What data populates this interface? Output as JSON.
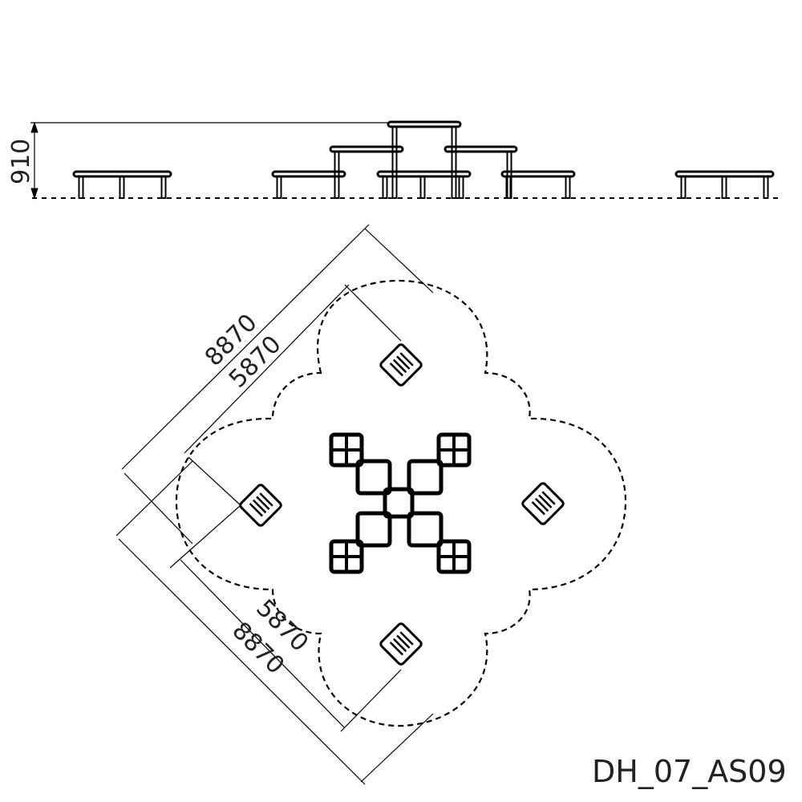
{
  "drawing_code": "DH_07_AS09",
  "elevation": {
    "height_dim": "910"
  },
  "plan": {
    "outer_dim_top": "8870",
    "inner_dim_top": "5870",
    "inner_dim_bottom": "5870",
    "outer_dim_bottom": "8870"
  },
  "colors": {
    "line": "#000000",
    "background": "#ffffff"
  }
}
